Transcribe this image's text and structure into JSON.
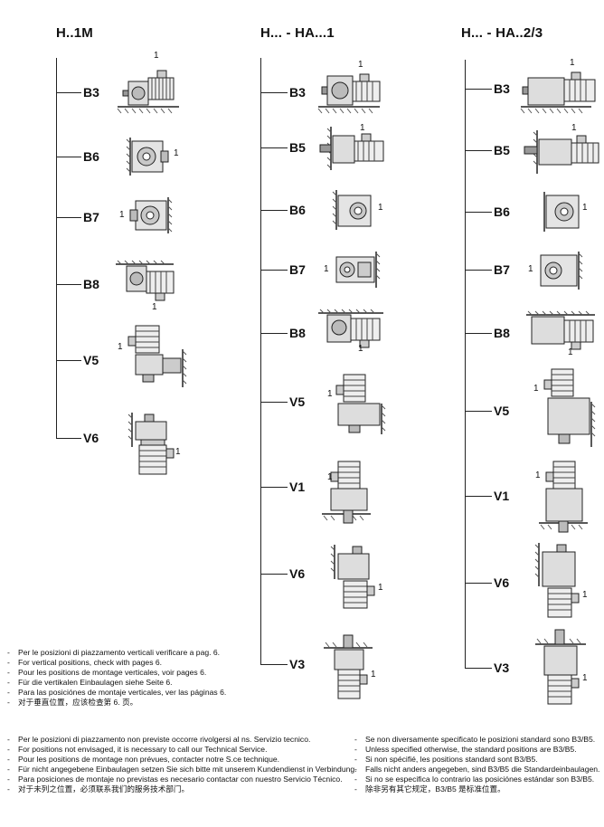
{
  "columns": [
    {
      "title": "H..1M",
      "positions": [
        {
          "label": "B3",
          "marker": "1"
        },
        {
          "label": "B6",
          "marker": "1"
        },
        {
          "label": "B7",
          "marker": "1"
        },
        {
          "label": "B8",
          "marker": "1"
        },
        {
          "label": "V5",
          "marker": "1"
        },
        {
          "label": "V6",
          "marker": "1"
        }
      ]
    },
    {
      "title": "H... - HA...1",
      "positions": [
        {
          "label": "B3",
          "marker": "1"
        },
        {
          "label": "B5",
          "marker": "1"
        },
        {
          "label": "B6",
          "marker": "1"
        },
        {
          "label": "B7",
          "marker": "1"
        },
        {
          "label": "B8",
          "marker": "1"
        },
        {
          "label": "V5",
          "marker": "1"
        },
        {
          "label": "V1",
          "marker": "1"
        },
        {
          "label": "V6",
          "marker": "1"
        },
        {
          "label": "V3",
          "marker": "1"
        }
      ]
    },
    {
      "title": "H... - HA..2/3",
      "positions": [
        {
          "label": "B3",
          "marker": "1"
        },
        {
          "label": "B5",
          "marker": "1"
        },
        {
          "label": "B6",
          "marker": "1"
        },
        {
          "label": "B7",
          "marker": "1"
        },
        {
          "label": "B8",
          "marker": "1"
        },
        {
          "label": "V5",
          "marker": "1"
        },
        {
          "label": "V1",
          "marker": "1"
        },
        {
          "label": "V6",
          "marker": "1"
        },
        {
          "label": "V3",
          "marker": "1"
        }
      ]
    }
  ],
  "notes_vertical": [
    "Per le posizioni di piazzamento verticali verificare a pag. 6.",
    "For vertical positions, check with pages 6.",
    "Pour les positions de montage verticales, voir pages 6.",
    "Für die vertikalen Einbaulagen siehe Seite 6.",
    "Para las posiciónes de montaje verticales, ver las páginas 6.",
    "对于垂直位置，应该检查第 6. 页。"
  ],
  "notes_service": [
    "Per le posizioni di piazzamento non previste occorre rivolgersi al ns. Servizio tecnico.",
    "For positions not envisaged, it is necessary to call our Technical Service.",
    "Pour les positions de montage non prévues, contacter notre S.ce technique.",
    "Für nicht angegebene Einbaulagen setzen Sie sich bitte mit unserem Kundendienst in Verbindung.",
    "Para posiciones de montaje no previstas es necesario contactar con nuestro Servicio Técnico.",
    "对于未列之位置，必须联系我们的服务技术部门。"
  ],
  "notes_standard": [
    "Se non diversamente specificato le posizioni standard sono B3/B5.",
    "Unless specified otherwise, the standard positions are B3/B5.",
    "Si non spécifié, les positions standard sont B3/B5.",
    "Falls nicht anders angegeben, sind B3/B5 die Standardeinbaulagen.",
    "Si no se especifica lo contrario las posiciónes estándar son B3/B5.",
    "除非另有其它规定，B3/B5 是标准位置。"
  ],
  "dash": "-"
}
